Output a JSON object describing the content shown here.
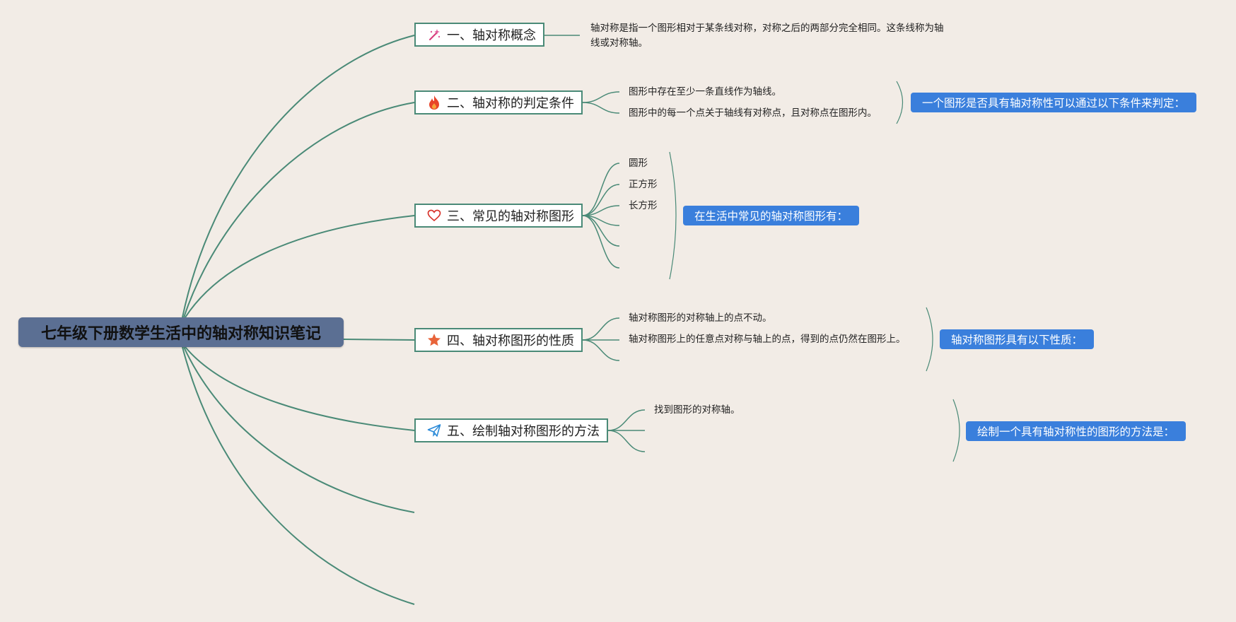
{
  "root": {
    "title": "七年级下册数学生活中的轴对称知识笔记"
  },
  "branches": [
    {
      "label": "一、轴对称概念",
      "icon": "magic-wand-icon",
      "items": [
        "轴对称是指一个图形相对于某条线对称，对称之后的两部分完全相同。这条线称为轴线或对称轴。"
      ]
    },
    {
      "label": "二、轴对称的判定条件",
      "icon": "fire-icon",
      "items": [
        "图形中存在至少一条直线作为轴线。",
        "图形中的每一个点关于轴线有对称点，且对称点在图形内。"
      ],
      "summary": "一个图形是否具有轴对称性可以通过以下条件来判定："
    },
    {
      "label": "三、常见的轴对称图形",
      "icon": "heart-icon",
      "items": [
        "圆形",
        "正方形",
        "长方形"
      ],
      "summary": "在生活中常见的轴对称图形有："
    },
    {
      "label": "四、轴对称图形的性质",
      "icon": "star-icon",
      "items": [
        "轴对称图形的对称轴上的点不动。",
        "轴对称图形上的任意点对称与轴上的点，得到的点仍然在图形上。"
      ],
      "summary": "轴对称图形具有以下性质："
    },
    {
      "label": "五、绘制轴对称图形的方法",
      "icon": "paper-plane-icon",
      "items": [
        "找到图形的对称轴。"
      ],
      "summary": "绘制一个具有轴对称性的图形的方法是："
    }
  ],
  "colors": {
    "background": "#f2ece6",
    "root": "#5b6f93",
    "branch_border": "#4a8a77",
    "link": "#4a8a77",
    "summary": "#3a7fdc",
    "summary_text": "#ffffff"
  }
}
